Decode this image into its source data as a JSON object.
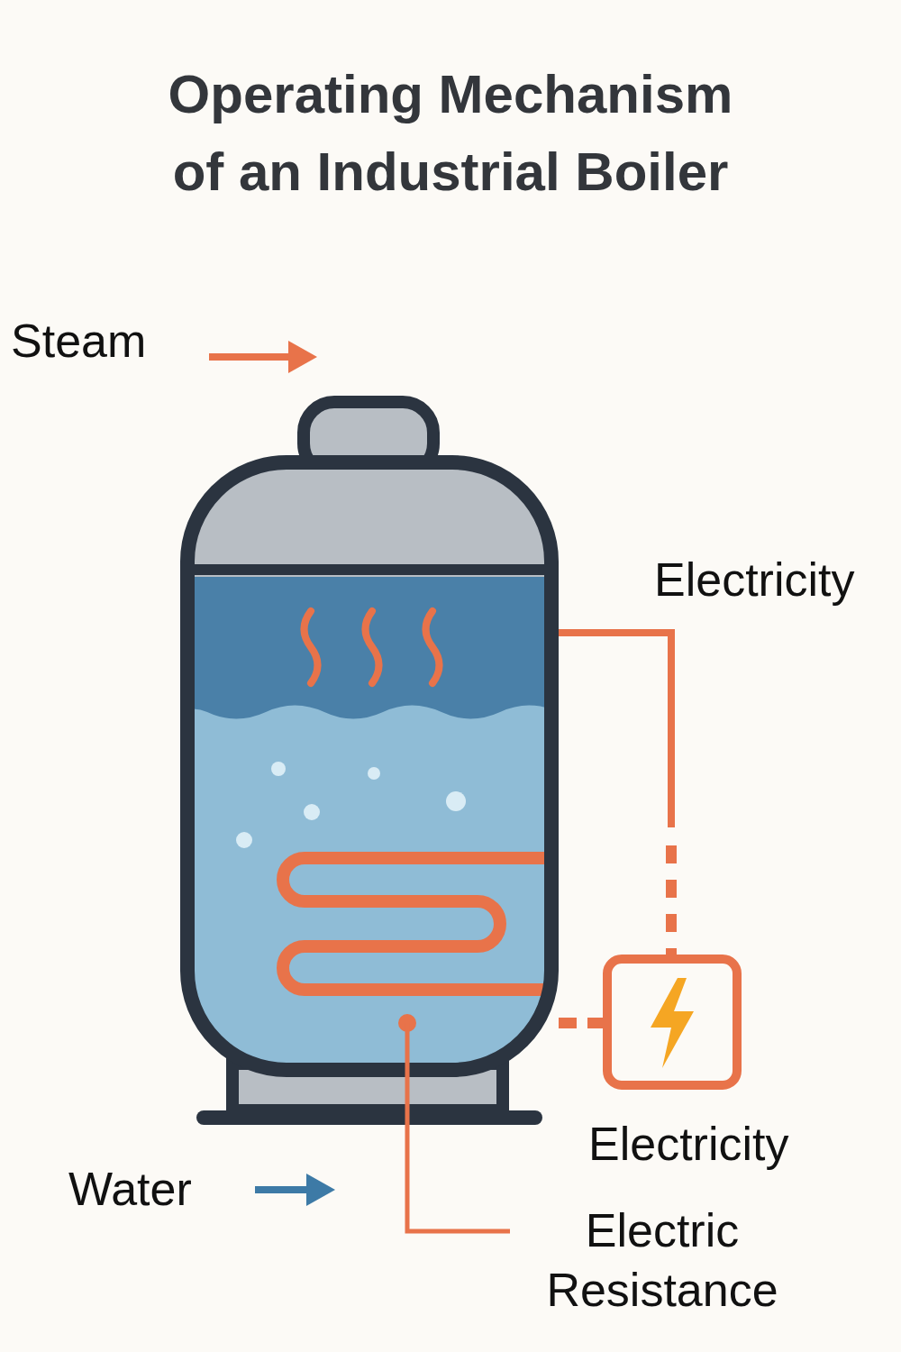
{
  "diagram": {
    "title": "Operating Mechanism of an Industrial Boiler",
    "labels": [
      "Steam",
      "Electricity",
      "Electricity",
      "Water",
      "Electric Resistance"
    ]
  }
}
